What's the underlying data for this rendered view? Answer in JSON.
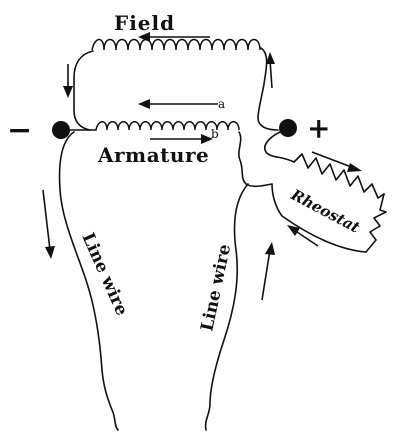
{
  "labels": {
    "field": "Field",
    "armature": "Armature",
    "rheostat": "Rheostat",
    "line_wire_left": "Line wire",
    "line_wire_right": "Line wire",
    "terminal_negative": "−",
    "terminal_positive": "+",
    "point_a": "a",
    "point_b": "b"
  },
  "colors": {
    "ink": "#111111",
    "background": "#ffffff"
  }
}
